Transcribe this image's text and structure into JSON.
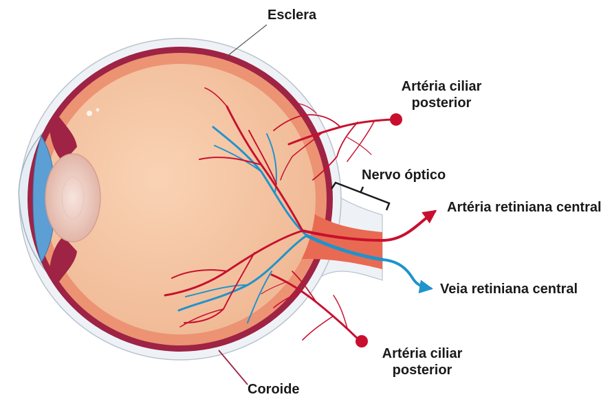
{
  "labels": {
    "sclera": "Esclera",
    "posterior_ciliary_artery_top": [
      "Artéria ciliar",
      "posterior"
    ],
    "optic_nerve": "Nervo óptico",
    "central_retinal_artery": "Artéria retiniana central",
    "central_retinal_vein": "Veia retiniana central",
    "posterior_ciliary_artery_bottom": [
      "Artéria ciliar",
      "posterior"
    ],
    "choroid": "Coroide"
  },
  "colors": {
    "sclera": "#eef2f6",
    "choroid": "#9e2344",
    "retina": "#ec9373",
    "vitreous": "#f6c7a3",
    "artery": "#c8102e",
    "vein": "#1f93cc",
    "lens": "#efd0c7",
    "iris": "#5b9fd5",
    "nerve": "#e96a52"
  }
}
